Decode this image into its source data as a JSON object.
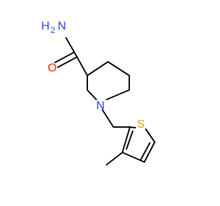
{
  "molecule": {
    "atoms": {
      "amide_n": {
        "symbol": "N",
        "h_label": "H",
        "h_count": "2",
        "color": "#2b3cff"
      },
      "carbonyl_o": {
        "symbol": "O",
        "color": "#ff2200"
      },
      "ring_n": {
        "symbol": "N",
        "color": "#2b3cff"
      },
      "thiophene_s": {
        "symbol": "S",
        "color": "#c8a800"
      }
    },
    "bond_color": "#000000"
  }
}
